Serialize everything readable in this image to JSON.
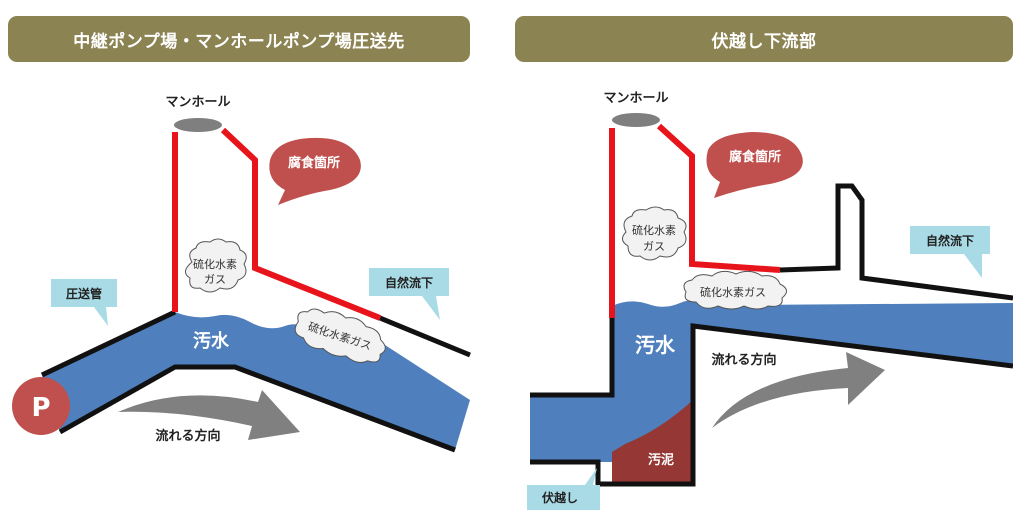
{
  "colors": {
    "header_bg": "#8c8352",
    "water": "#4f80bd",
    "pipe_line": "#111111",
    "corrosion_line": "#e8141b",
    "callout_corrosion": "#c0504d",
    "callout_label": "#a9dbe6",
    "sludge": "#953735",
    "arrow_gray": "#808080",
    "pump": "#c0504d",
    "manhole_cap": "#7f7f7f",
    "gas_cloud_fill": "#f2f2f2"
  },
  "left_panel": {
    "header": "中継ポンプ場・マンホールポンプ場圧送先",
    "manhole_label": "マンホール",
    "corrosion_callout": "腐食箇所",
    "gas_cloud_1_line1": "硫化水素",
    "gas_cloud_1_line2": "ガス",
    "gas_cloud_2": "硫化水素ガス",
    "sewage_label": "汚水",
    "pressure_pipe_label": "圧送管",
    "gravity_flow_label": "自然流下",
    "flow_direction_label": "流れる方向",
    "pump_label": "P"
  },
  "right_panel": {
    "header": "伏越し下流部",
    "manhole_label": "マンホール",
    "corrosion_callout": "腐食箇所",
    "gas_cloud_1_line1": "硫化水素",
    "gas_cloud_1_line2": "ガス",
    "gas_cloud_2": "硫化水素ガス",
    "gravity_flow_label": "自然流下",
    "sewage_label": "汚水",
    "flow_direction_label": "流れる方向",
    "sludge_label": "汚泥",
    "siphon_label": "伏越し"
  }
}
